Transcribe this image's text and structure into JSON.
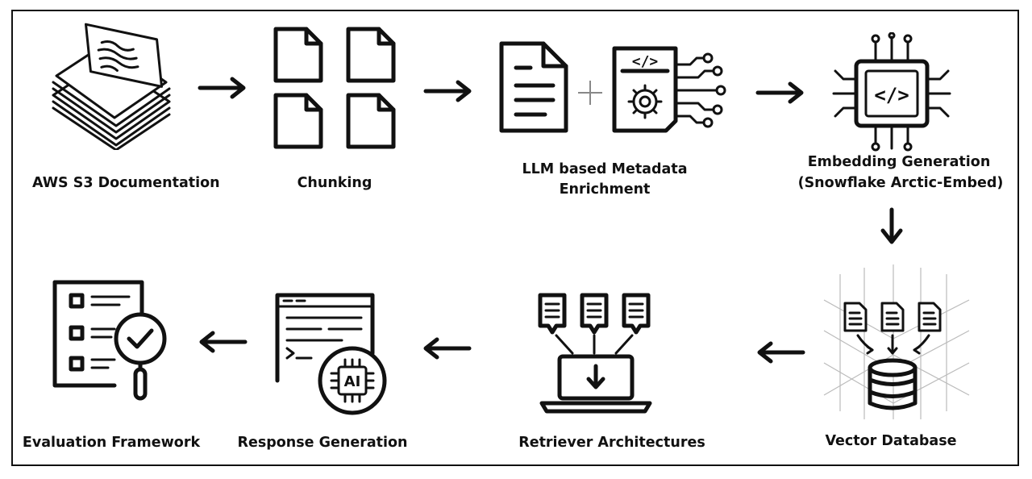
{
  "steps": [
    {
      "id": "aws_s3",
      "label": "AWS S3 Documentation",
      "icon": "document-stack-icon"
    },
    {
      "id": "chunking",
      "label": "Chunking",
      "icon": "file-chunks-icon"
    },
    {
      "id": "metadata",
      "label_line1": "LLM based Metadata",
      "label_line2": "Enrichment",
      "icon": "document-plus-code-icon"
    },
    {
      "id": "embedding",
      "label_line1": "Embedding Generation",
      "label_line2": "(Snowflake Arctic-Embed)",
      "icon": "chip-code-icon"
    },
    {
      "id": "vector_db",
      "label": "Vector Database",
      "icon": "database-icon"
    },
    {
      "id": "retriever",
      "label": "Retriever Architectures",
      "icon": "laptop-retrieval-icon"
    },
    {
      "id": "response",
      "label": "Response Generation",
      "icon": "ai-chip-terminal-icon"
    },
    {
      "id": "evaluation",
      "label": "Evaluation Framework",
      "icon": "checklist-magnifier-icon"
    }
  ],
  "icons": {
    "metadata_code": "</>",
    "embedding_code": "</>",
    "ai_badge": "AI"
  },
  "colors": {
    "stroke": "#111111",
    "background": "#ffffff"
  }
}
